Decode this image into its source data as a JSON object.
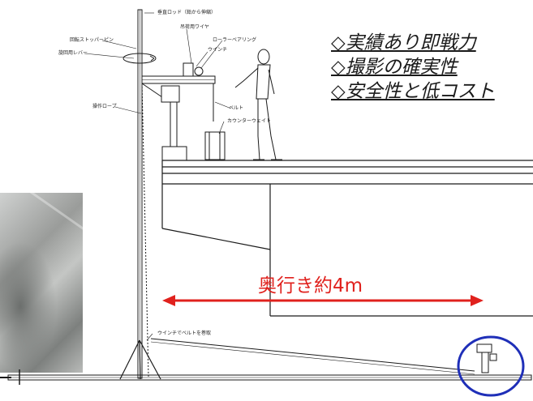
{
  "features": [
    "◇実績あり即戦力",
    "◇撮影の確実性",
    "◇安全性と低コスト"
  ],
  "depth_label": "奥行き約4m",
  "diagram_labels": {
    "tope_rod": "垂直ロッド（鉛から伸縮）",
    "stopper": "回転ストッパーピン",
    "rotate_lever": "旋回用レバー",
    "wire": "吊荷用ワイヤ",
    "pulley": "ローラーベアリング",
    "winch": "ウインチ",
    "belt": "ベルト",
    "operating_rope": "操作ロープ",
    "counterweight": "カウンターウェイト",
    "winch_note": "ウインチでベルトを巻取"
  },
  "colors": {
    "arrow": "#e0211d",
    "circle": "#1f2fb8",
    "line": "#1a1a1a"
  }
}
